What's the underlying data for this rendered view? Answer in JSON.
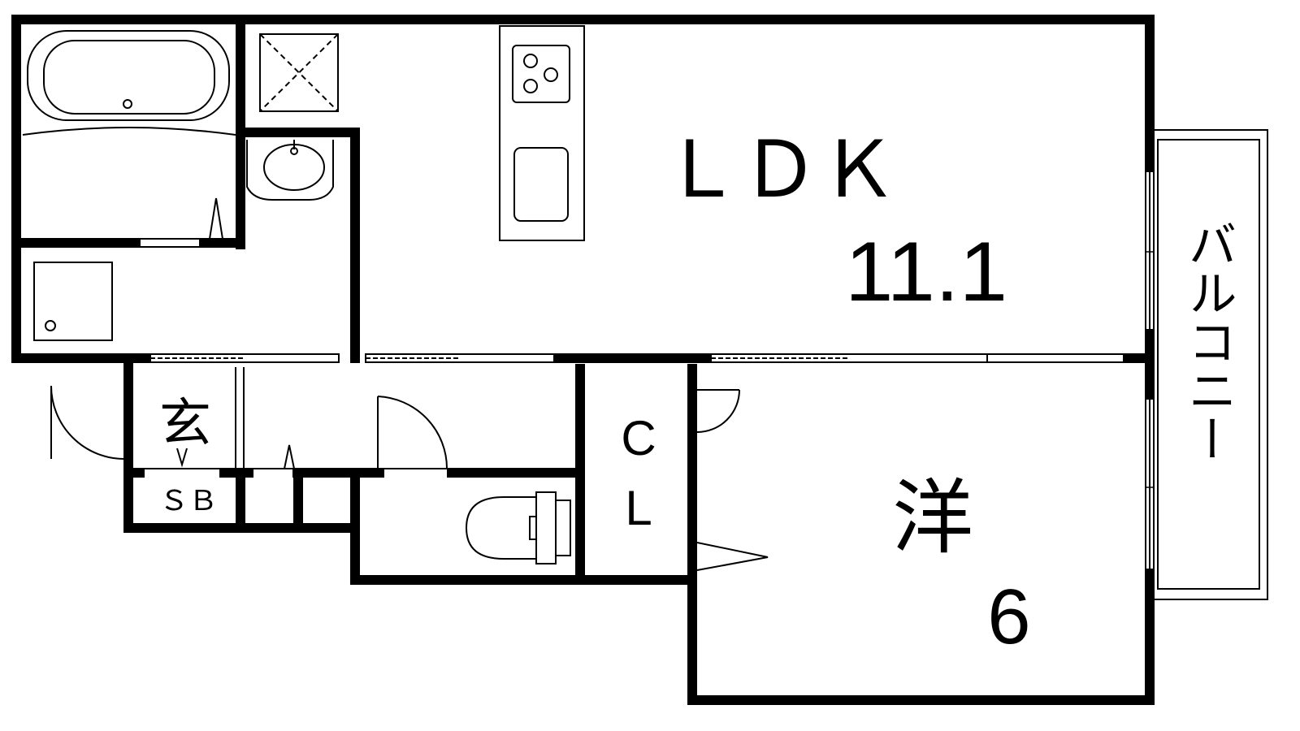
{
  "rooms": {
    "ldk": {
      "name": "ＬＤＫ",
      "size": "11.1"
    },
    "western": {
      "name": "洋",
      "size": "6"
    },
    "closet": {
      "line1": "C",
      "line2": "L"
    },
    "entrance": {
      "name": "玄"
    },
    "shoe_box": {
      "name": "ＳＢ"
    },
    "balcony": {
      "name": "バルコニー"
    }
  },
  "colors": {
    "wall": "#000000",
    "background": "#ffffff"
  }
}
